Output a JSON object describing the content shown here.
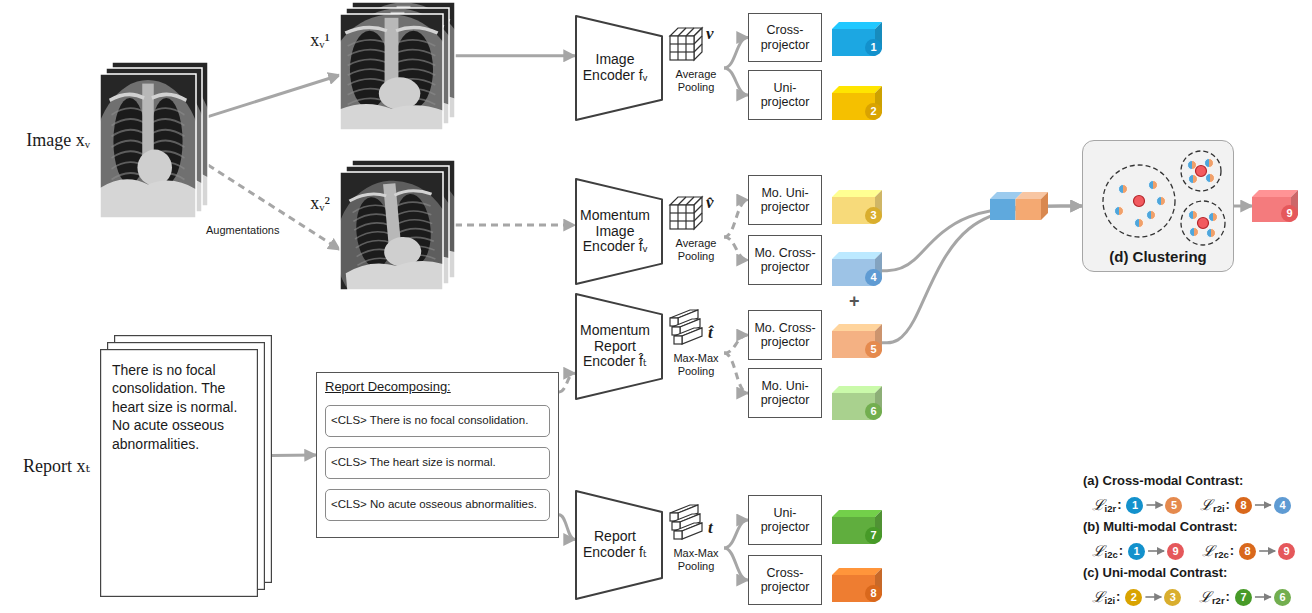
{
  "diagram": {
    "nodes": [
      {
        "text": [
          "Image xᵥ"
        ]
      },
      {
        "text": [
          "xᵥ¹"
        ]
      },
      {
        "text": [
          "xᵥ²"
        ]
      },
      {
        "text": [
          "Image Encoder fᵥ"
        ]
      },
      {
        "text": [
          "v",
          "Average Pooling"
        ]
      },
      {
        "text": [
          "Cross-projector"
        ]
      },
      {
        "text": [
          "1"
        ]
      },
      {
        "text": [
          "Uni-projector"
        ]
      },
      {
        "text": [
          "2"
        ]
      },
      {
        "text": [
          "Momentum Image Encoder f̂ᵥ"
        ]
      },
      {
        "text": [
          "v̂",
          "Average Pooling"
        ]
      },
      {
        "text": [
          "Mo. Uni-projector"
        ]
      },
      {
        "text": [
          "3"
        ]
      },
      {
        "text": [
          "Mo. Cross-projector"
        ]
      },
      {
        "text": [
          "4"
        ]
      },
      {
        "text": [
          "Report xₜ",
          "There is no focal consolidation. The heart size is normal. No acute osseous abnormalities."
        ]
      },
      {
        "text": [
          "Report Decomposing:"
        ]
      },
      {
        "text": [
          "<CLS> There is no focal consolidation."
        ],
        "in": 16
      },
      {
        "text": [
          "<CLS> The heart size is normal."
        ],
        "in": 16
      },
      {
        "text": [
          "<CLS> No acute osseous abnormalities."
        ],
        "in": 16
      },
      {
        "text": [
          "Momentum Report Encoder f̂ₜ"
        ]
      },
      {
        "text": [
          "t̂",
          "Max-Max Pooling"
        ]
      },
      {
        "text": [
          "Mo. Cross-projector"
        ]
      },
      {
        "text": [
          "5"
        ]
      },
      {
        "text": [
          "Mo. Uni-projector"
        ]
      },
      {
        "text": [
          "6"
        ]
      },
      {
        "text": [
          "Report Encoder fₜ"
        ]
      },
      {
        "text": [
          "t",
          "Max-Max Pooling"
        ]
      },
      {
        "text": [
          "Uni-projector"
        ]
      },
      {
        "text": [
          "7"
        ]
      },
      {
        "text": [
          "Cross-projector"
        ]
      },
      {
        "text": [
          "8"
        ]
      },
      {
        "text": [
          "(d) Clustering"
        ]
      },
      {
        "text": [
          "9"
        ]
      }
    ],
    "edges": [
      {
        "from": 0,
        "to": 1,
        "arrow": "to"
      },
      {
        "from": 0,
        "to": 2,
        "arrow": "to"
      },
      {
        "from": 1,
        "to": 3,
        "arrow": "to"
      },
      {
        "from": 2,
        "to": 9,
        "arrow": "to"
      },
      {
        "from": 4,
        "to": 5,
        "arrow": "to"
      },
      {
        "from": 4,
        "to": 7,
        "arrow": "to"
      },
      {
        "from": 10,
        "to": 11,
        "arrow": "to"
      },
      {
        "from": 10,
        "to": 13,
        "arrow": "to"
      },
      {
        "from": 15,
        "to": 16,
        "arrow": "to"
      },
      {
        "from": 16,
        "to": 20,
        "arrow": "to"
      },
      {
        "from": 16,
        "to": 26,
        "arrow": "to"
      },
      {
        "from": 21,
        "to": 22,
        "arrow": "to"
      },
      {
        "from": 21,
        "to": 24,
        "arrow": "to"
      },
      {
        "from": 27,
        "to": 28,
        "arrow": "to"
      },
      {
        "from": 27,
        "to": 30,
        "arrow": "to"
      },
      {
        "from": 14,
        "to": 32,
        "arrow": "to"
      },
      {
        "from": 23,
        "to": 32,
        "arrow": "to"
      },
      {
        "from": 32,
        "to": 33,
        "arrow": "to"
      }
    ],
    "labels": [
      "Augmentations",
      "+",
      "(a) Cross-modal Contrast:",
      "ℒ",
      "i2r",
      ":",
      "1",
      "5",
      "ℒ",
      "r2i",
      ":",
      "8",
      "4",
      "(b) Multi-modal Contrast:",
      "ℒ",
      "i2c",
      ":",
      "1",
      "9",
      "ℒ",
      "r2c",
      ":",
      "8",
      "9",
      "(c) Uni-modal Contrast:",
      "ℒ",
      "i2i",
      ":",
      "2",
      "3",
      "ℒ",
      "r2r",
      ":",
      "7",
      "6"
    ]
  }
}
